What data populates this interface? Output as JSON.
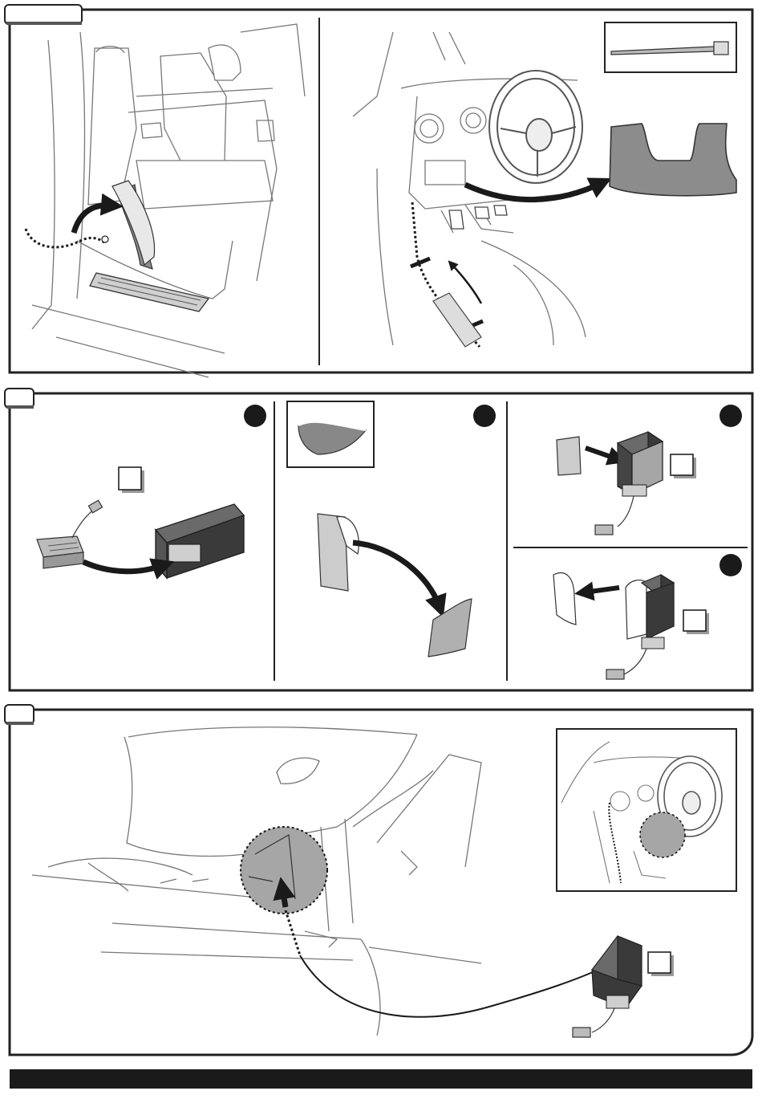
{
  "page": {
    "kind": "installation-instruction-sheet",
    "panels": [
      {
        "step_tab_text": "",
        "scenes": [
          "door-sill-trim-removal",
          "dashboard-cable-routing",
          "cable-tie-inset",
          "under-dash-cover"
        ]
      },
      {
        "step_tab_text": "",
        "scenes": [
          "connector-into-module",
          "adhesive-pad-peel",
          "pad-onto-module",
          "liner-removal"
        ],
        "part_label_boxes": [
          "",
          "",
          "",
          ""
        ]
      },
      {
        "step_tab_text": "",
        "scenes": [
          "footwell-mounting-location",
          "dashboard-location-inset",
          "module-placement"
        ],
        "part_label_boxes": [
          ""
        ]
      }
    ],
    "footer_bar_text": ""
  },
  "colors": {
    "ink": "#1a1a1a",
    "panel_border": "#222222",
    "part_gray": "#8c8c8c",
    "module_dark": "#3a3a3a",
    "module_light": "#9a9a9a",
    "highlight_circle": "#a6a6a6",
    "sub_step_dot": "#1a1a1a",
    "footer_bar": "#1a1a1a"
  },
  "icons": [
    "curved-arrow-icon",
    "dotted-cable-icon",
    "cable-tie-icon",
    "adhesive-pad-icon",
    "connector-plug-icon"
  ]
}
